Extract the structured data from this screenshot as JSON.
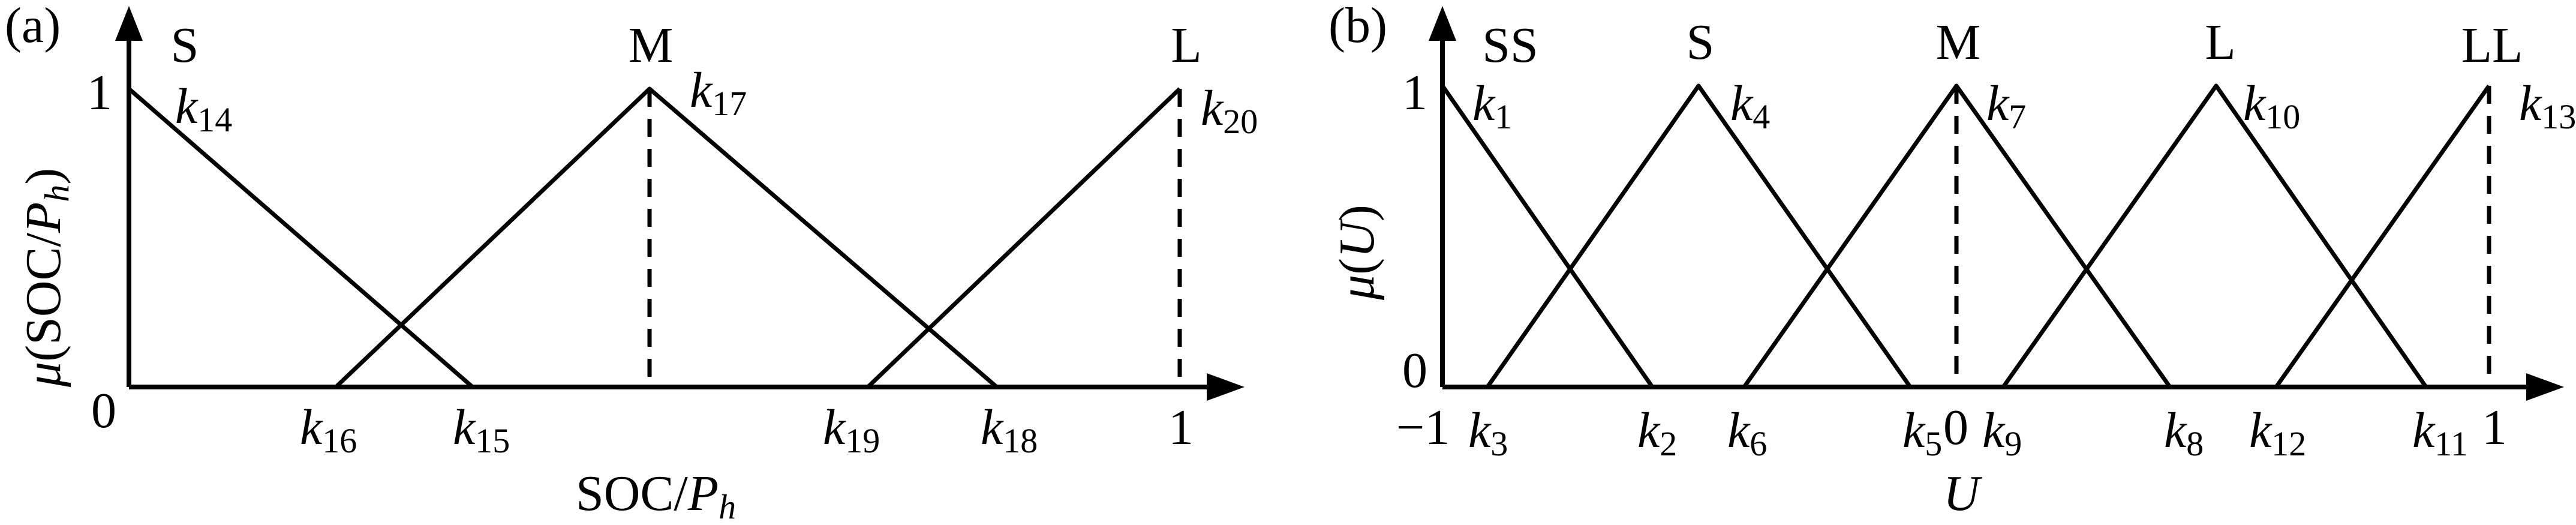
{
  "panel_a": {
    "label": "(a)",
    "sets": [
      "S",
      "M",
      "L"
    ],
    "points": {
      "k14": {
        "name": "k",
        "sub": "14"
      },
      "k15": {
        "name": "k",
        "sub": "15"
      },
      "k16": {
        "name": "k",
        "sub": "16"
      },
      "k17": {
        "name": "k",
        "sub": "17"
      },
      "k18": {
        "name": "k",
        "sub": "18"
      },
      "k19": {
        "name": "k",
        "sub": "19"
      },
      "k20": {
        "name": "k",
        "sub": "20"
      }
    },
    "y_ticks": [
      "1",
      "0"
    ],
    "x_end_tick": "1",
    "ylabel": {
      "mu": "μ",
      "open": "(SOC/",
      "var": "P",
      "sub": "h",
      "close": ")"
    },
    "xlabel": {
      "pre": "SOC/",
      "var": "P",
      "sub": "h"
    }
  },
  "panel_b": {
    "label": "(b)",
    "sets": [
      "SS",
      "S",
      "M",
      "L",
      "LL"
    ],
    "points": {
      "k1": {
        "name": "k",
        "sub": "1"
      },
      "k2": {
        "name": "k",
        "sub": "2"
      },
      "k3": {
        "name": "k",
        "sub": "3"
      },
      "k4": {
        "name": "k",
        "sub": "4"
      },
      "k5": {
        "name": "k",
        "sub": "5"
      },
      "k6": {
        "name": "k",
        "sub": "6"
      },
      "k7": {
        "name": "k",
        "sub": "7"
      },
      "k8": {
        "name": "k",
        "sub": "8"
      },
      "k9": {
        "name": "k",
        "sub": "9"
      },
      "k10": {
        "name": "k",
        "sub": "10"
      },
      "k11": {
        "name": "k",
        "sub": "11"
      },
      "k12": {
        "name": "k",
        "sub": "12"
      },
      "k13": {
        "name": "k",
        "sub": "13"
      }
    },
    "y_ticks": [
      "1",
      "0"
    ],
    "x_ticks": [
      "−1",
      "0",
      "1"
    ],
    "ylabel": {
      "mu": "μ",
      "open": "(",
      "var": "U",
      "close": ")"
    },
    "xlabel": "U"
  }
}
